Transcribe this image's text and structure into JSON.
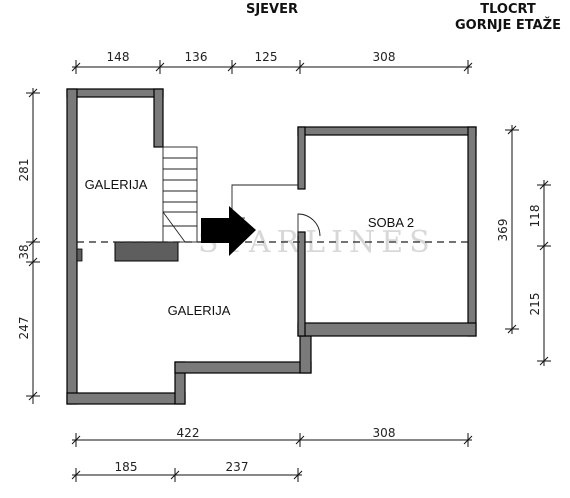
{
  "header": {
    "north_label": "SJEVER",
    "title_line1": "TLOCRT",
    "title_line2": "GORNJE ETAŽE"
  },
  "rooms": {
    "galerija_upper": "GALERIJA",
    "galerija_lower": "GALERIJA",
    "soba2": "SOBA 2"
  },
  "watermark": "STARLINES",
  "dimensions": {
    "top": [
      "148",
      "136",
      "125",
      "308"
    ],
    "left": [
      "281",
      "38",
      "247"
    ],
    "right_outer": "369",
    "right_inner": [
      "118",
      "215"
    ],
    "bottom1": [
      "422",
      "308"
    ],
    "bottom2": [
      "185",
      "237"
    ]
  },
  "colors": {
    "wall_fill": "#7a7a7a",
    "wall_stroke": "#000000",
    "stair_block": "#5e5e5e"
  }
}
